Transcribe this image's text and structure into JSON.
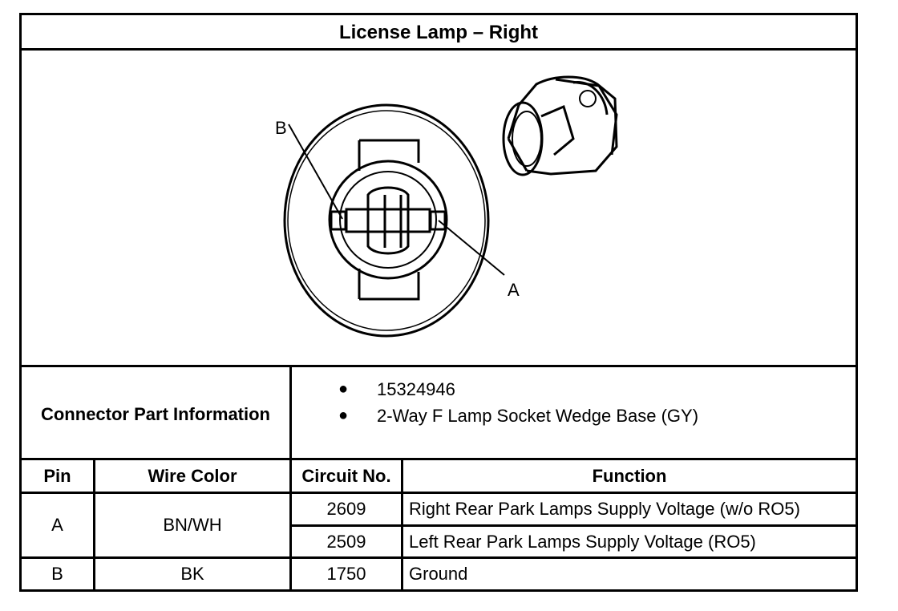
{
  "title": "License Lamp – Right",
  "figure": {
    "callouts": {
      "b": "B",
      "a": "A"
    }
  },
  "connector": {
    "label": "Connector Part Information",
    "items": [
      "15324946",
      "2-Way F Lamp Socket Wedge Base (GY)"
    ],
    "bullet": "●"
  },
  "table": {
    "headers": {
      "pin": "Pin",
      "wire": "Wire Color",
      "circuit": "Circuit No.",
      "function": "Function"
    },
    "rows": [
      {
        "pin": "A",
        "wire": "BN/WH",
        "circuit": "2609",
        "function": "Right Rear Park Lamps Supply Voltage (w/o RO5)"
      },
      {
        "pin": "",
        "wire": "",
        "circuit": "2509",
        "function": "Left Rear Park Lamps Supply Voltage (RO5)"
      },
      {
        "pin": "B",
        "wire": "BK",
        "circuit": "1750",
        "function": "Ground"
      }
    ]
  }
}
